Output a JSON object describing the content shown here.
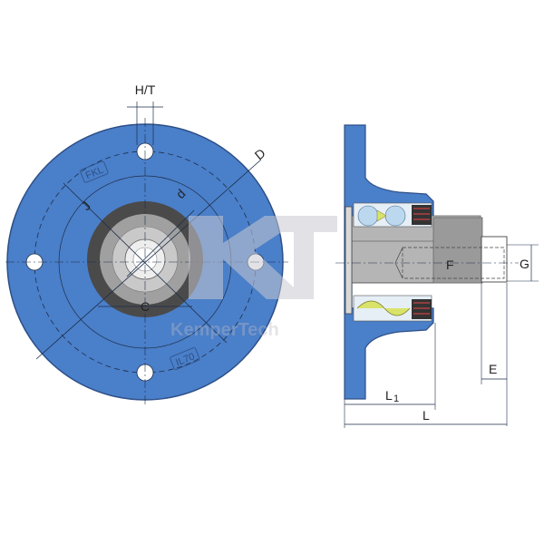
{
  "labels": {
    "hole_size": "H/T",
    "pitch_diameter": "D",
    "bolt_circle": "J",
    "bore": "d",
    "hub": "C",
    "thread": "F",
    "shaft_diameter": "G",
    "offset": "E",
    "length_l1": "L",
    "length_l1_sub": "1",
    "length_l": "L"
  },
  "stamps": {
    "brand": "FKL",
    "model": "IL70"
  },
  "watermark": {
    "text": "KemperTech"
  },
  "colors": {
    "flange": "#4a7fc9",
    "flange_outline": "#2d4f86",
    "seal_dark": "#4a4a4a",
    "bore_grey": "#9a9a9a",
    "shaft": "#b5b5b5",
    "ball": "#bcd8ef",
    "cage": "#d9e36a"
  }
}
